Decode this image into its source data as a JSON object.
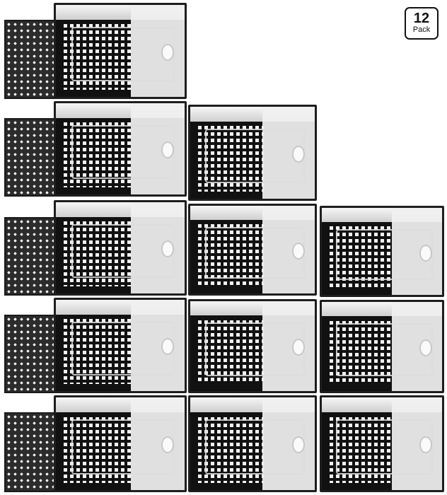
{
  "product": {
    "badge": {
      "count": "12",
      "label": "Pack"
    },
    "description": "Clear stackable drop-front shoe boxes with black ventilated frames, arranged in staircase stack",
    "colors": {
      "frame": "#1e1e1e",
      "door": "#f0f0f0",
      "background": "#ffffff"
    },
    "columns": [
      {
        "index": 1,
        "boxes": 5
      },
      {
        "index": 2,
        "boxes": 4
      },
      {
        "index": 3,
        "boxes": 3
      }
    ]
  }
}
